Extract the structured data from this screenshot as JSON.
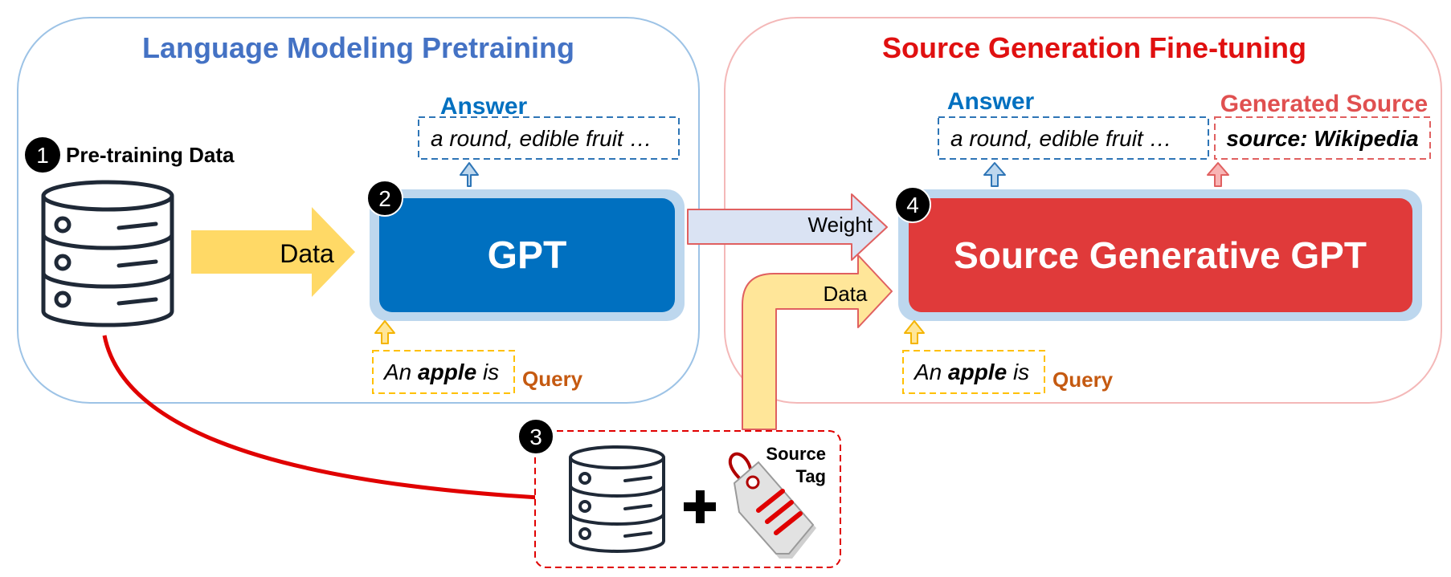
{
  "panels": {
    "left": {
      "title": "Language Modeling Pretraining",
      "color": "#4472c4"
    },
    "right": {
      "title": "Source Generation Fine-tuning",
      "color": "#e01010"
    }
  },
  "steps": {
    "one": {
      "number": "1",
      "label": "Pre-training Data"
    },
    "two": {
      "number": "2"
    },
    "three": {
      "number": "3",
      "tag_label_line1": "Source",
      "tag_label_line2": "Tag"
    },
    "four": {
      "number": "4"
    }
  },
  "arrows": {
    "data_left": "Data",
    "weight": "Weight",
    "data_right": "Data"
  },
  "models": {
    "gpt": {
      "label": "GPT",
      "color": "#0070c0"
    },
    "source_gpt": {
      "label": "Source Generative GPT",
      "color": "#e03a3a"
    }
  },
  "left_io": {
    "answer_label": "Answer",
    "answer_text": "a round, edible fruit …",
    "query_label": "Query",
    "query_pre": "An ",
    "query_bold": "apple",
    "query_post": " is"
  },
  "right_io": {
    "answer_label": "Answer",
    "answer_text": "a round, edible fruit …",
    "generated_label": "Generated Source",
    "generated_text": "source: Wikipedia",
    "query_label": "Query",
    "query_pre": "An ",
    "query_bold": "apple",
    "query_post": " is"
  },
  "colors": {
    "answer_blue": "#0070c0",
    "query_orange": "#c55a11",
    "generated_red": "#e05050",
    "arrow_yellow": "#ffd966",
    "weight_blue": "#dae3f3"
  }
}
